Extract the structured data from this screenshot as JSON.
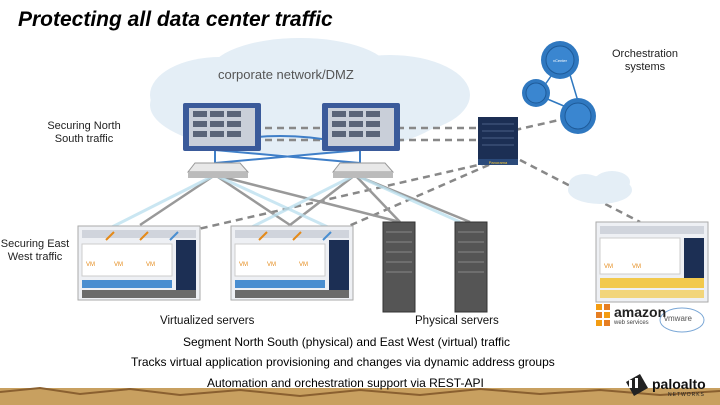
{
  "title": "Protecting all data center traffic",
  "labels": {
    "corporate_network": "corporate network/DMZ",
    "orchestration": [
      "Orchestration",
      "systems"
    ],
    "north_south": [
      "Securing North",
      "South traffic"
    ],
    "east_west": [
      "Securing East",
      "West traffic"
    ],
    "virtualized_servers": "Virtualized servers",
    "physical_servers": "Physical servers"
  },
  "bullets": [
    "Segment North South (physical) and East West (virtual) traffic",
    "Tracks virtual application provisioning and changes via dynamic address groups",
    "Automation and orchestration support via REST-API"
  ],
  "vm_labels": [
    "VM",
    "VM",
    "VM",
    "VM",
    "VM",
    "VM",
    "VM",
    "VM"
  ],
  "logos": {
    "amazon": "amazon",
    "aws": "web services",
    "vmware": "vmware",
    "paloalto": "paloalto",
    "paloalto_sub": "NETWORKS"
  },
  "colors": {
    "cloud_fill": "#e4eef6",
    "firewall_blue": "#3a5a9a",
    "switch_gray": "#d8d8d8",
    "orchestration_blue": "#2f78c0",
    "vm_orange": "#e48a1a",
    "vm_blue": "#4a8ed0",
    "fw_dark": "#1c2f54",
    "bottom_band": "#c8a060"
  }
}
